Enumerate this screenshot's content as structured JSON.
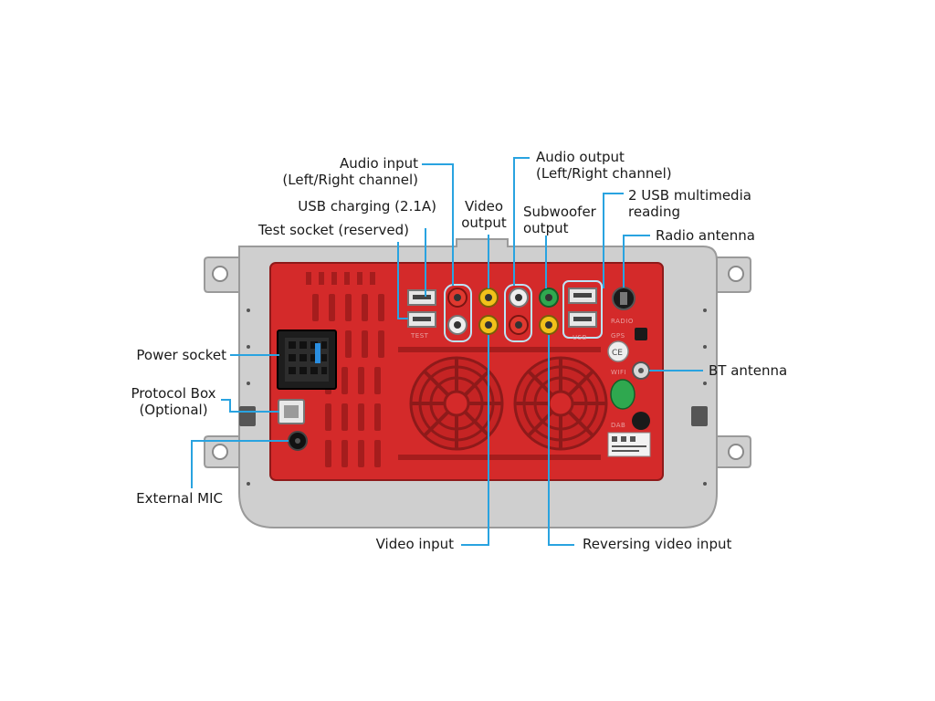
{
  "labels": {
    "audio_input": {
      "line1": "Audio input",
      "line2": "(Left/Right channel)"
    },
    "usb_charging": "USB charging (2.1A)",
    "test_socket": "Test socket (reserved)",
    "video_output": {
      "line1": "Video",
      "line2": "output"
    },
    "audio_output": {
      "line1": "Audio output",
      "line2": "(Left/Right channel)"
    },
    "subwoofer_output": {
      "line1": "Subwoofer",
      "line2": "output"
    },
    "usb_multimedia": {
      "line1": "2 USB multimedia",
      "line2": "reading"
    },
    "radio_antenna": "Radio antenna",
    "power_socket": "Power socket",
    "protocol_box": {
      "line1": "Protocol Box",
      "line2": "(Optional)"
    },
    "external_mic": "External MIC",
    "bt_antenna": "BT antenna",
    "video_input": "Video input",
    "reversing_video_input": "Reversing video input"
  },
  "panel_print": {
    "test": "TEST",
    "radio": "RADIO",
    "gps": "GPS",
    "wifi": "WIFI",
    "dab": "DAB",
    "usb": "USB"
  },
  "colors": {
    "leader_line": "#29a3e0",
    "housing_red": "#d42a2a",
    "housing_dark_red": "#a51d1d",
    "metal_frame": "#c9c9c9",
    "rca_red": "#e0392f",
    "rca_white": "#eeeeee",
    "rca_yellow": "#f2c11a",
    "rca_green": "#2fa84f"
  }
}
